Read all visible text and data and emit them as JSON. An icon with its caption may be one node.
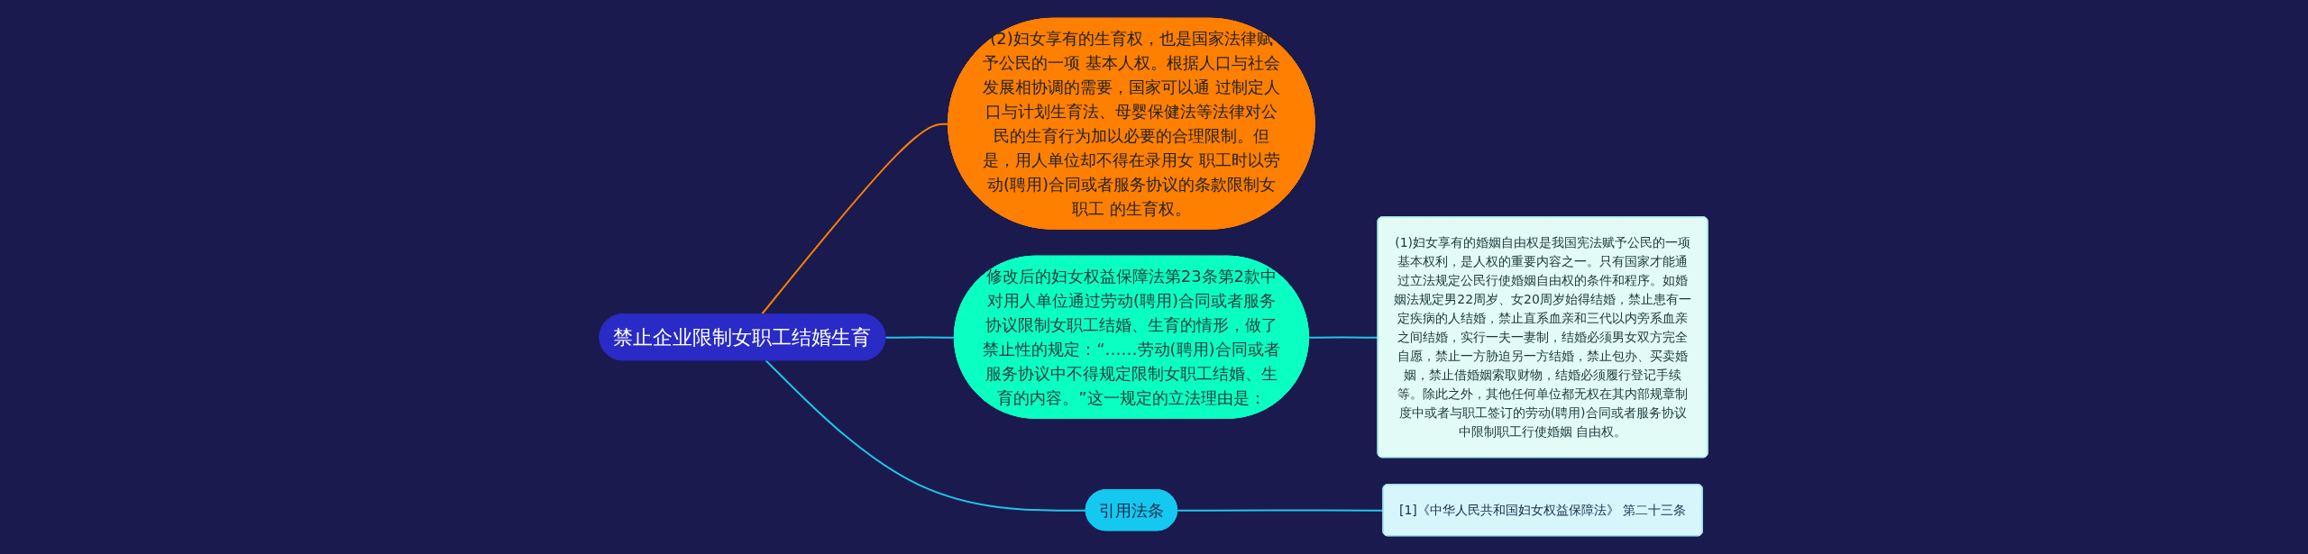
{
  "diagram": {
    "nodes": [
      {
        "text": [
          "禁止企业限制女职工结婚生育"
        ]
      },
      {
        "text": [
          "(2)妇女享有的生育权，也是国家法律赋予公民的一项 基本人权。根据人口与社会发展相协调的需要，国家可以通 过制定人口与计划生育法、母婴保健法等法律对公民的生育行为加以必要的合理限制。但是，用人单位却不得在录用女 职工时以劳动(聘用)合同或者服务协议的条款限制女职工 的生育权。"
        ]
      },
      {
        "text": [
          "修改后的妇女权益保障法第23条第2款中对用人单位通过劳动(聘用)合同或者服务协议限制女职工结婚、生育的情形，做了禁止性的规定：“……劳动(聘用)合同或者服务协议中不得规定限制女职工结婚、生育的内容。”这一规定的立法理由是："
        ]
      },
      {
        "text": [
          "(1)妇女享有的婚姻自由权是我国宪法赋予公民的一项基本权利，是人权的重要内容之一。只有国家才能通过立法规定公民行使婚姻自由权的条件和程序。如婚姻法规定男22周岁、女20周岁始得结婚，禁止患有一定疾病的人结婚，禁止直系血亲和三代以内旁系血亲之间结婚，实行一夫一妻制，结婚必须男女双方完全自愿，禁止一方胁迫另一方结婚，禁止包办、买卖婚姻，禁止借婚姻索取财物，结婚必须履行登记手续等。除此之外，其他任何单位都无权在其内部规章制度中或者与职工签订的劳动(聘用)合同或者服务协议中限制职工行使婚姻 自由权。"
        ]
      },
      {
        "text": [
          "引用法条"
        ]
      },
      {
        "text": [
          "[1]《中华人民共和国妇女权益保障法》 第二十三条"
        ]
      }
    ],
    "edges": [
      {
        "from": 0,
        "to": 1,
        "arrow": "none",
        "color": "#ff7f00"
      },
      {
        "from": 0,
        "to": 2,
        "arrow": "none"
      },
      {
        "from": 2,
        "to": 3,
        "arrow": "none"
      },
      {
        "from": 0,
        "to": 4,
        "arrow": "none"
      },
      {
        "from": 4,
        "to": 5,
        "arrow": "none"
      }
    ]
  }
}
